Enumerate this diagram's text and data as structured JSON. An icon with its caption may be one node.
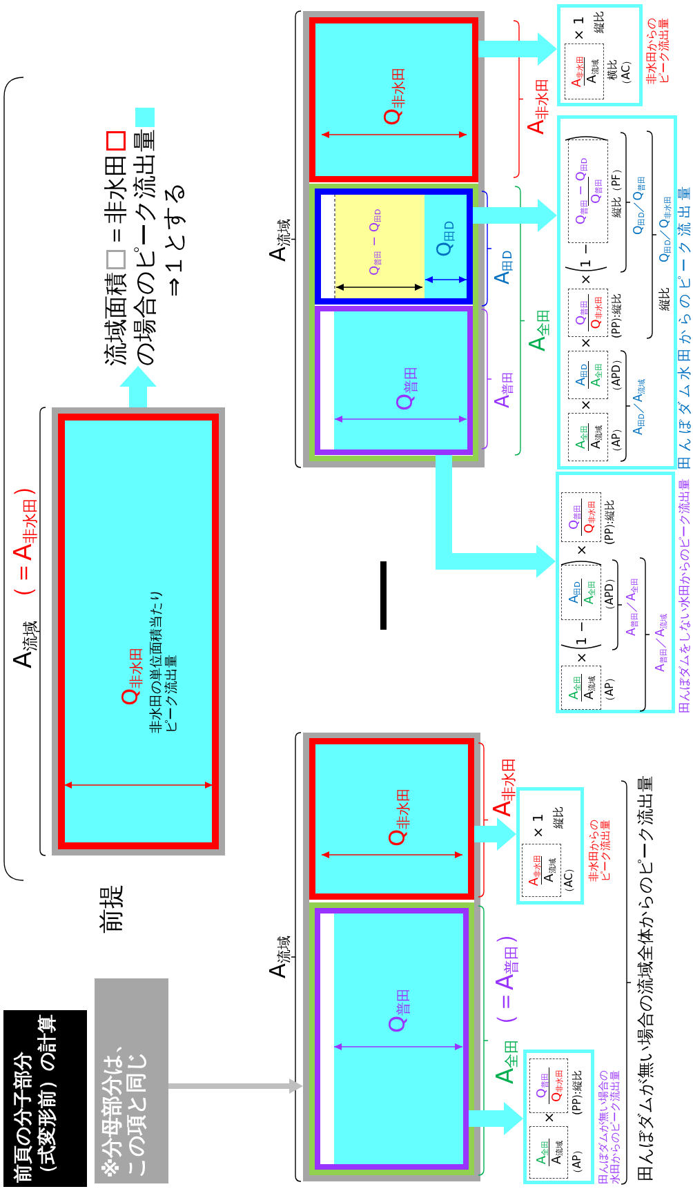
{
  "diagram": {
    "title": "前頁の分子部分（式変形前）の計算",
    "nodes": [
      {
        "text": [
          "※分母部分は、この項と同じ"
        ]
      },
      {
        "text": [
          "Q$_{非水田}$",
          "非水田の単位面積当たりピーク流出量"
        ],
        "beside": [
          "A$_{流域}$",
          "（＝A$_{非水田}$）"
        ]
      },
      {
        "text": [
          "流域面積",
          "＝非水田",
          "の場合のピーク流出量",
          "⇒１とする"
        ]
      },
      {
        "text": [],
        "shape": "box",
        "beside": [
          "A$_{流域}$"
        ]
      },
      {
        "text": [],
        "shape": "box",
        "in": 3,
        "beside": [
          "A$_{全田}$",
          "（＝A$_{普田}$）"
        ]
      },
      {
        "text": [
          "Q$_{普田}$"
        ],
        "in": 4
      },
      {
        "text": [
          "Q$_{非水田}$"
        ],
        "in": 3,
        "beside": [
          "A$_{非水田}$"
        ]
      },
      {
        "text": [
          "（AP）",
          "×",
          "(PP):縦比"
        ],
        "beside": [
          "田んぼダムが無い場合の水田からのピーク流出量"
        ]
      },
      {
        "text": [
          "A$_{全田}$",
          "A$_{流域}$"
        ],
        "in": 7
      },
      {
        "text": [
          "Q$_{普田}$",
          "Q$_{非水田}$"
        ],
        "in": 7
      },
      {
        "text": [
          "（AC）",
          "× 1",
          "縦比"
        ],
        "beside": [
          "非水田からのピーク流出量"
        ]
      },
      {
        "text": [
          "A$_{非水田}$",
          "A$_{流域}$"
        ],
        "in": 10
      },
      {
        "text": [],
        "shape": "box",
        "beside": [
          "A$_{流域}$"
        ]
      },
      {
        "text": [],
        "shape": "box",
        "in": 12
      },
      {
        "text": [
          "Q$_{普田}$"
        ],
        "in": 13,
        "beside": [
          "A$_{普田}$"
        ]
      },
      {
        "text": [
          "Q$_{普田}$ − Q$_{田D}$",
          "Q$_{田D}$"
        ],
        "in": 13,
        "beside": [
          "A$_{田D}$"
        ]
      },
      {
        "text": [
          "Q$_{非水田}$"
        ],
        "in": 12
      },
      {
        "text": [
          "（AP）",
          "×",
          "1 −",
          "（APD）",
          "×",
          "(PP):縦比",
          "A$_{普田}$／A$_{全田}$",
          "A$_{普田}$／A$_{流域}$"
        ],
        "beside": [
          "田んぼダムをしない水田からのピーク流出量"
        ]
      },
      {
        "text": [
          "A$_{全田}$",
          "A$_{流域}$"
        ],
        "in": 17
      },
      {
        "text": [
          "A$_{田D}$",
          "A$_{全田}$"
        ],
        "in": 17
      },
      {
        "text": [
          "Q$_{普田}$",
          "Q$_{非水田}$"
        ],
        "in": 17
      },
      {
        "text": [
          "（AP）",
          "×",
          "（APD）",
          "×",
          "(PP):縦比",
          "×",
          "1 −",
          "縦比（PF）",
          "A$_{田D}$／A$_{流域}$",
          "Q$_{田D}$／Q$_{普田}$",
          "縦比",
          "Q$_{田D}$／Q$_{非水田}$"
        ],
        "beside": [
          "田んぼダム水田からのピーク流出量"
        ]
      },
      {
        "text": [
          "A$_{全田}$",
          "A$_{流域}$"
        ],
        "in": 21
      },
      {
        "text": [
          "A$_{田D}$",
          "A$_{全田}$"
        ],
        "in": 21
      },
      {
        "text": [
          "Q$_{普田}$",
          "Q$_{非水田}$"
        ],
        "in": 21
      },
      {
        "text": [
          "Q$_{普田}$ − Q$_{田D}$",
          "Q$_{普田}$"
        ],
        "in": 21
      },
      {
        "text": [
          "横比",
          "（AC）",
          "× 1",
          "縦比"
        ],
        "beside": [
          "非水田からのピーク流出量"
        ]
      },
      {
        "text": [
          "A$_{非水田}$",
          "A$_{流域}$"
        ],
        "in": 26
      }
    ],
    "edges": [
      {
        "from": 0,
        "to": 3,
        "arrow": "to",
        "color": "#bfbfbf"
      },
      {
        "from": 1,
        "to": 2,
        "arrow": "to"
      },
      {
        "from": 5,
        "to": 7,
        "arrow": "to"
      },
      {
        "from": 6,
        "to": 10,
        "arrow": "to"
      },
      {
        "from": 14,
        "to": 17,
        "arrow": "to"
      },
      {
        "from": 15,
        "to": 21,
        "arrow": "to"
      },
      {
        "from": 16,
        "to": 26,
        "arrow": "to"
      }
    ],
    "labels": [
      "前提",
      "田んぼダムが無い場合の流域全体からのピーク流出量",
      "A$_{全田}$",
      "A$_{非水田}$"
    ]
  }
}
